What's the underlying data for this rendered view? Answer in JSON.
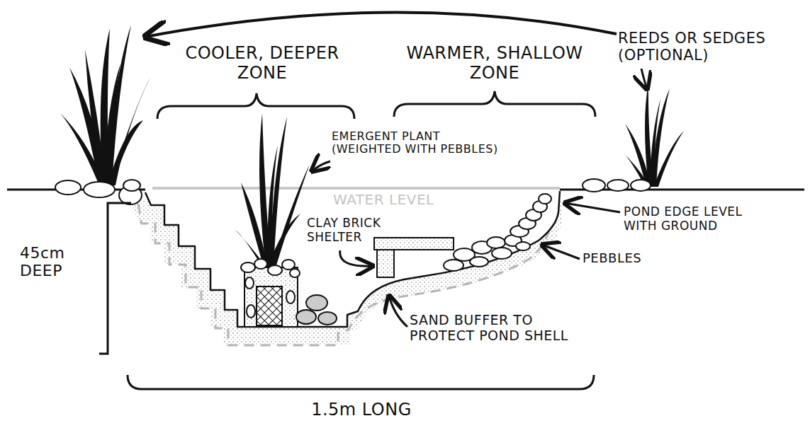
{
  "diagram": {
    "labels": [
      "COOLER, DEEPER ZONE",
      "WARMER, SHALLOW ZONE",
      "REEDS OR SEDGES (OPTIONAL)",
      "EMERGENT PLANT (WEIGHTED WITH PEBBLES)",
      "WATER LEVEL",
      "POND EDGE LEVEL WITH GROUND",
      "CLAY BRICK SHELTER",
      "PEBBLES",
      "45cm DEEP",
      "SAND BUFFER TO PROTECT POND SHELL",
      "1.5m LONG"
    ]
  }
}
